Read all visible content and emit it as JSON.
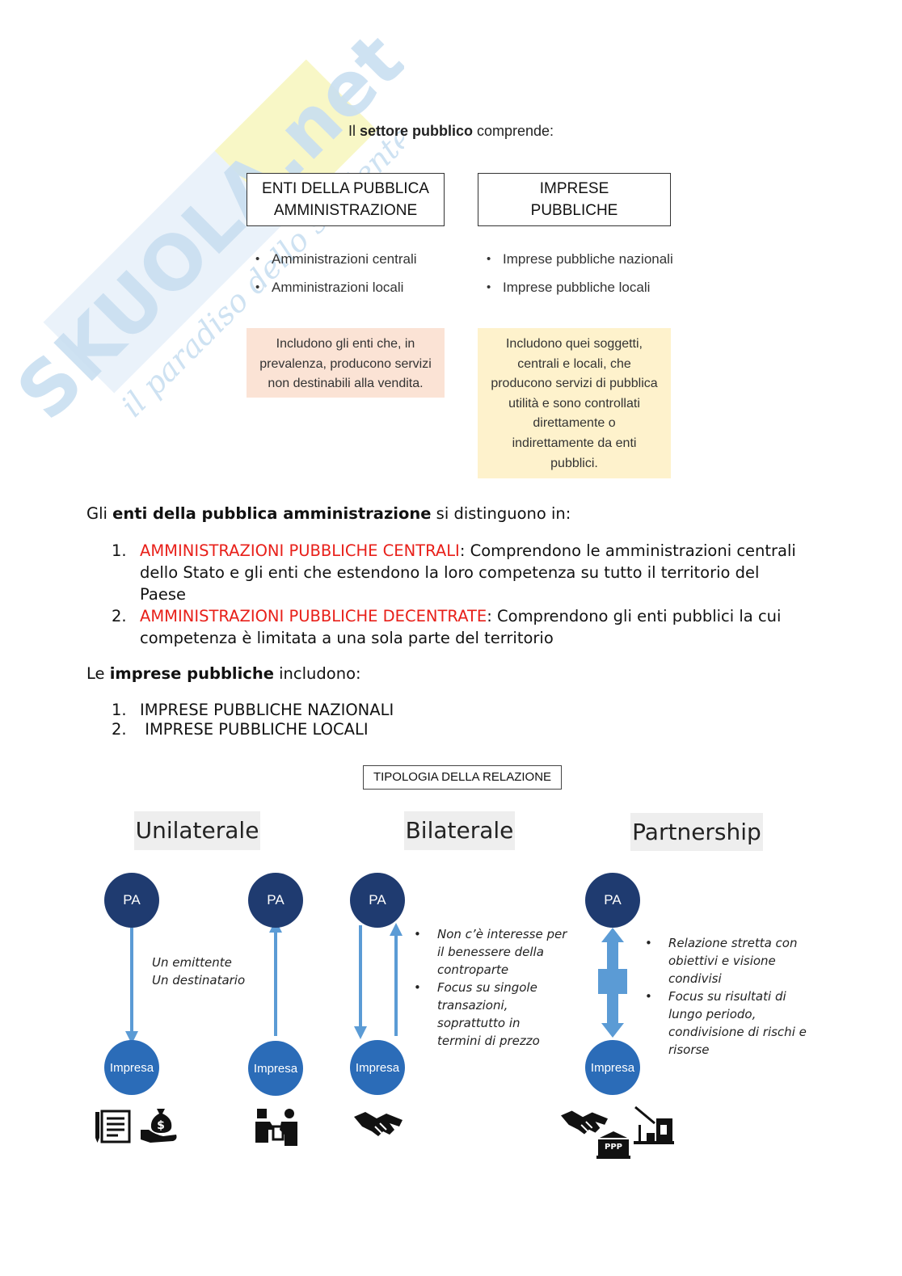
{
  "watermark": {
    "brand": "SKUOLA.net",
    "tagline": "il paradiso dello studente"
  },
  "intro": {
    "pre": "Il ",
    "bold": "settore pubblico",
    "post": " comprende:"
  },
  "boxes": {
    "enti": {
      "line1": "ENTI DELLA PUBBLICA",
      "line2": "AMMINISTRAZIONE"
    },
    "imprese": {
      "line1": "IMPRESE",
      "line2": "PUBBLICHE"
    }
  },
  "enti_items": [
    "Amministrazioni centrali",
    "Amministrazioni locali"
  ],
  "imprese_items": [
    "Imprese pubbliche nazionali",
    "Imprese pubbliche locali"
  ],
  "notes": {
    "enti": [
      "Includono gli enti che, in",
      "prevalenza, producono servizi",
      "non destinabili alla vendita."
    ],
    "imprese": [
      "Includono quei soggetti,",
      "centrali e locali, che",
      "producono servizi di pubblica",
      "utilità e sono controllati",
      "direttamente o",
      "indirettamente da enti",
      "pubblici."
    ]
  },
  "colors": {
    "enti_note_bg": "#fbe3d5",
    "imprese_note_bg": "#fef2cc",
    "red": "#e8201a",
    "pa_circle": "#1f3b70",
    "impresa_circle": "#2b6cb8",
    "arrow": "#5b9bd5"
  },
  "section1": {
    "pre": "Gli ",
    "bold": "enti della pubblica amministrazione",
    "post": " si distinguono in:",
    "items": [
      {
        "num": "1.",
        "red": "AMMINISTRAZIONI PUBBLICHE CENTRALI",
        "text": ": Comprendono le amministrazioni centrali dello Stato e gli enti che estendono la loro competenza su tutto il territorio del Paese"
      },
      {
        "num": "2.",
        "red": "AMMINISTRAZIONI PUBBLICHE DECENTRATE",
        "text": ": Comprendono gli enti pubblici la cui competenza è limitata a una sola parte del territorio"
      }
    ]
  },
  "section2": {
    "pre": "Le ",
    "bold": "imprese pubbliche",
    "post": " includono:",
    "items": [
      {
        "num": "1.",
        "text": "IMPRESE PUBBLICHE NAZIONALI"
      },
      {
        "num": "2.",
        "text": " IMPRESE PUBBLICHE LOCALI"
      }
    ]
  },
  "diagram": {
    "title": "TIPOLOGIA DELLA RELAZIONE",
    "categories": [
      "Unilaterale",
      "Bilaterale",
      "Partnership"
    ],
    "pa_label": "PA",
    "impresa_label": "Impresa",
    "unilateral_note": [
      "Un emittente",
      "Un destinatario"
    ],
    "bilateral_points": [
      "Non c’è interesse per il benessere della controparte",
      "Focus su singole transazioni, soprattutto in termini di prezzo"
    ],
    "partnership_points": [
      "Relazione stretta con obiettivi e visione condivisi",
      "Focus su risultati di lungo periodo, condivisione di rischi e risorse"
    ],
    "icons": [
      "document-pen-icon",
      "money-bag-hand-icon",
      "person-exchange-icon",
      "handshake-icon",
      "handshake-icon",
      "ppp-building-icon",
      "factory-barrier-icon"
    ],
    "ppp_label": "PPP"
  }
}
